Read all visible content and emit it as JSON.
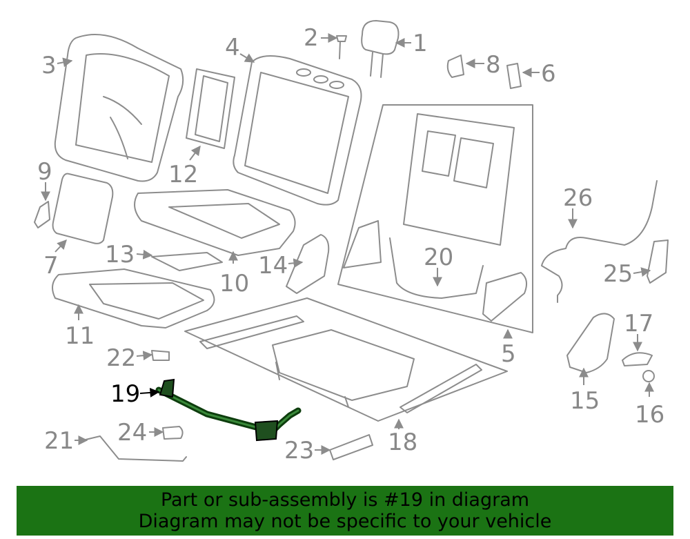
{
  "colors": {
    "line_art": "#8c8c8c",
    "highlight_part": "#0d3d0d",
    "highlight_label": "#000000",
    "banner_background": "#1b7314"
  },
  "callouts": {
    "c1": "1",
    "c2": "2",
    "c3": "3",
    "c4": "4",
    "c5": "5",
    "c6": "6",
    "c7": "7",
    "c8": "8",
    "c9": "9",
    "c10": "10",
    "c11": "11",
    "c12": "12",
    "c13": "13",
    "c14": "14",
    "c15": "15",
    "c16": "16",
    "c17": "17",
    "c18": "18",
    "c19": "19",
    "c20": "20",
    "c21": "21",
    "c22": "22",
    "c23": "23",
    "c24": "24",
    "c25": "25",
    "c26": "26"
  },
  "highlighted_part": "19",
  "banner": {
    "line1": "Part or sub-assembly is #19 in diagram",
    "line2": "Diagram may not be specific to your vehicle"
  }
}
